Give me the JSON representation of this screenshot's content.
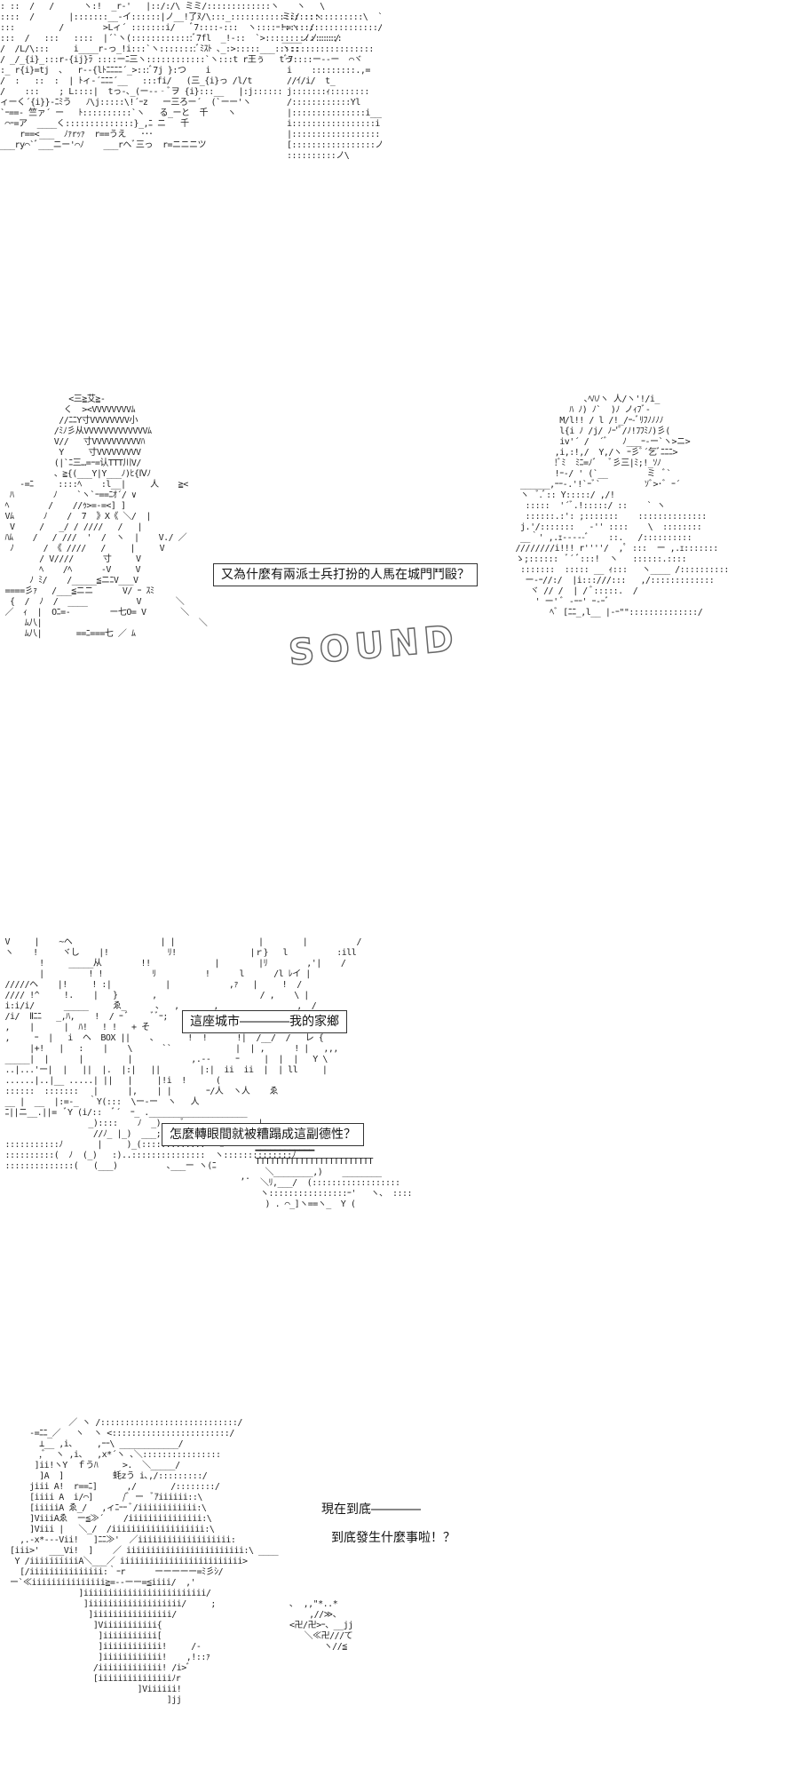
{
  "panels": [
    {
      "art_left": ": ::  /   /      ヽ:!  _r-'   |::/:/\\ ミミ/:::::::::::::ヽ\n::::  /       |:::::::__-イ::::::|ノ__!了ﾇ/\\:::_:::::::::::::::::ヽ\n:::         /        >Lィ´ :::::::i/   ﾞ7::::-:::  ヽ::::ｰ!:::::/\n:::  /   :::   ::::  |´`ヽ(:::::::::::::ﾞ7fl  _!-::  `>:::::::::ノ:::::\n/  /L/\\:::     i____r-っ_!i:::`ヽ::::::::ﾞﾐｽﾄ ､_:>:::::___:::::\n/ _/_{i}_:::r-{ij}ﾗ ::::ーﾆ三ヽ::::::::::::`ヽ:::t r王ぅ   tっ\n:_ r{i}=tj  ､   r--{lﾄﾆﾆﾆﾆ´_>:::ﾞ7j }:つ    i\n/  :   ::  :  | ﾄィ-´ﾆﾆﾆ´__   :::fi/   (三_{i}っ /l/t\n/    :::    ; L::::|  tっ-､_(ー-‐‐ﾞヲ {i}:::__   |:j::::::\nィーく´{i}}-ﾆﾐう   ﾉ\\j:::::\\!´ｰz   ー三ろー´  (`ーー'ヽ\n`ｰ==- 竺ァ´ ー   ﾄ::::::::::`ヽ   る_ーと  千    ヽ\n ⌒ｰ=ア  ____く::::::::::::::}_,ﾆ ニ   千\n    r==<___  ﾉｧrｯｧ  r==うえ   ･･･\n___ry⌒`ﾞ___ニー'⌒ﾉ    ___rヘﾞ三っ  r=ニニニツ",
      "art_right": "    ヽ   \\\n ミﾐ/ ::::::::::::\\  `\n ｰ=ヽ::::::::::::::::/\n ____ノ:::::/\n ヽ:::::::::::::::::\n  ﾞ7::::ー--ー  ⌒ヾ\n  i    :::::::::.,=\n  //ｲ/i/  t_\n  j:::::::ｨ::::::::\n  /::::::::::::Yl\n  |:::::::::::::::i___l\n  i:::::::::::::::::i\n  |::::::::::::::::::::jl\n  [:::::::::::::::::ノ\n  ::::::::::ノ\\"
    },
    {
      "art_left": "              <三≧艾≧-\n             く  ><VVVVVVVVﾑ\n            //ﾆﾆY寸VVVVVVVV小\n           /ﾐﾉ彡从VVVVVVVVVVVVVﾑ\n           V//   寸VVVVVVVVVVﾊ\n            Y     寸VVVVVVVVV\n           (|`ﾆ三…=ｰ=认TTT川V/\n           、≧{(___Y|Y___ﾉ)ﾋ{Ⅳﾉ\n    -=ﾆ     ::::ﾍ    :l__|     人    ≧<\n  ﾊ        ﾉ    `ヽ`ｰ==ﾆｵ´/ ∨\n ﾍ        /    //ｩ>=-=<] ]\n Vﾑ      ﾉ    /  7  》X《 ＼/  |\n  V     /   _/ / ////   /   |\n ﾊﾑ    /   / ///  '  /  ヽ  |    V./ ／\n  ﾉ      / 《 ////   /     |     V\n        / V////      寸     V\n        ﾍ    /ﾍ      -V     V\n      ﾉ ﾐ/    /_____≦ニﾆV___V\n ====彡ｧ   /___≦ニニ      V/ ｰ ｽﾐ\n  {  /  ﾉ  /  ____          V       ＼\n ／  ｨ  |  Oﾆ=-        ー七O= V       ＼\n     ﾑ八|                                ＼\n     ﾑ八|       ==ﾆ===七 ／ ﾑ",
      "art_right": "               ､ﾍﾊﾉヽ 人/ヽ'!/i_\n            ﾊ ﾉ) ﾉ`  )ﾉ ノｨﾌﾞ-\n          M/l!! / l /!_/ｰ-ﾞﾘﾌﾉﾉﾉﾉ\n          l{i ﾉ /j/ ﾉｰ'ﾞ/ﾉ!ﾌﾌﾐﾉ)彡(\n          iv'´ /  ´ﾞ   ﾉ___ｰ-ー`ヽ>ニ>\n         ,i,:!,/  Y,/ヽ ｰ彡ﾞ´乞ﾞﾆﾆﾆ>\n         !ﾞﾐ  ﾐﾆ=ﾉﾞ   ﾞ彡三|ﾐ;!_ｿﾉ\n         !ｰ-/ ' (`__        ミ  ﾞ`\n  ______,ｰｰ-.'!`ｰﾞ`         ｿﾞ>･ﾞ ｰ´\n  ヽ  ﾞ.ﾞ:: Y:::::/ ,/!\n   :::::  '´ﾞ.!:::::/ ::    ` ヽ\n   ::::::.:': ;:::::::    ::::::::::::::\n  j.'/:::::::   -'' ::::    \\  ::::::::\n  __｀' ,.ｪ-----ﾞ    ::.   /::::::::::\n ////////i!!! r''''/  ,ﾟ :::  ー ,.ｪ:::::::\n ゝ;::::::  ﾞ´ ﾞ:::!  ヽ   ::::::.::::\n  :::::::  ::::: __ ｨ:::   ヽ____ /::::::::::\n   ー-ｰ//:/  |i:::///:::   ,/:::::::::::::\n    ヾ // /  | / ﾞ:::::.  /\n     ' ー' ﾞ -ｰｰ' ｰ-ｰﾞ\n        ﾍﾞ [ﾆﾆ_,l__ |-ｰ\"\"::::::::::::::/",
      "caption": "又為什麼有兩派士兵打扮的人馬在城門鬥毆？",
      "sfx": "SOUND"
    },
    {
      "art": " V     |    ~ヘ                  | |                 |        |          /\n ヽ    !     ヾし    |!            ﾘ!               |ｒ}   l          :ill\n        !     _____从        !!             |        |ﾘ        ,'|    /\n        |         ! !          ﾘ          !      l      /l ﾚイ |\n /////ヘ    |!     ! :|           |            ,ｧ   |     !  /\n //// !^     !.    |   }       ,                     / ,    \\ |\n i:i/i/      _____     ゑ_      ､   ,       ,                ,  /\n /i/  Ⅱﾆﾆ   _,ﾊ,    !  / ｰ ﾞ     ﾞﾞｰ;   ゑ    _/|   ! ,. !  |  |\n ,    |      |  ﾊ!   ! !   + そ       ,ｧ       |  ﾉ  ﾚi      /ｨ il\n ,     ｰ  |   i  ヘ  BOX ||    、      !  !      !|  /__/  /   レ {\n      |+!   |   :    |    \\      ``             |  | ,      ! |   ,,,\n _____|  |      |         |            ,.--     ｰ     |  |  |   Y \\\n ..|...'ー|  |   ||  |.  |:|   ||        |:|  ii  ii  |  | ll     |\n ......|..|__ .....| ||   |     |!i  !      (\n ::::::  :::::::   |      |,    | |       ｰ/人  ヽ人    ゑ\n __ |  __  |:=-_  ｀Y(:::  \\ー-ー  ヽ   人\n ﾆ||ニ__.||=  ﾞY (i/::  ﾞ´  ｰ_ .____________________\n                  _)::::    ﾉ  _)   ,ﾞ               |\n                   //ﾉ_ |_)  ___;;:::::::::::::::::::::::::::::::::|\n :::::::::::ﾉ       |     )_(:::::::::::::   ﾆ'     ｰﾞ\n ::::::::::(  ﾉ  (_)   :)..:::::::::::::::  ヽ:::::::::::::;ﾉ\n ::::::::::::::(   (___)          ､___ー ヽ(ﾆ\n                                                 ,.",
      "art_right": " ━━━━━━━━━━━━\n TTTTTTTTTTTTTTTTTTTTTTTT\n   ＼________,)    ________\n  ＼ﾘ,___/  (::::::::::::::::::\n  ヽ::::::::::::::::ｰ'   ヽ、 ::::\n   ) . ⌒_]ヽ==ヽ_  Y (",
      "caption_top": "這座城市――――我的家鄉",
      "caption_bottom": "怎麼轉眼間就被糟蹋成這副德性？"
    },
    {
      "art": "              ／ ヽ /::::::::::::::::::::::::::::/\n      -=ﾆﾆ_／   ヽ  ヽ <::::::::::::::::::::::::/\n        ⊥__ ,i、    ,ｰｰ\\ ____________/\n        ,ﾞ  ヽ ,i、  ,x*´ヽ ､＼::::::::::::::::\n       ]ii!ヽY  ｆうﾊ     >.  ＼_____/\n        ]A  ]          蚝zう i､,/:::::::::/\n      jiii A!  r==ﾆ]      ,/       /::::::::/\n      [iiii A  i/⌒]      /ﾞ ー  ﾞｱiiiiii::\\\n      [iiiiiA ゑ_/   ,ィﾆｰｰ ﾞ/iiiiiiiiiiii:\\\n      ]ViiiAゑ  ー≦≫´    /iiiiiiiiiiiiiii:\\\n      ]Viii |   ＼_/  /iiiiiiiiiiiiiiiiiii:\\\n    ,.-x*---Vii!   ]ﾆﾆ≫'  ／iiiiiiiiiiiiiiiiiii:\n  [iii>'  ___Vi!  ]    ／ iiiiiiiiiiiiiiiiiiiiiiii:\\ ____\n   Y /iiiiiiiiiiA＼___／ iiiiiiiiiiiiiiiiiiiiiiiii>\n    [/iiiiiiiiiiiiiii:｀ｰr      ーーーーー=ﾐ彡ｼ/\n  ー`≪iiiiiiiiiiiiiii≧=--ーー=≦iiii/  ,'\n                ]iiiiiiiiiiiiiiiiiiiiiiiii/\n                 ]iiiiiiiiiiiiiiiiiii/     ;\n                  ]iiiiiiiiiiiiiiii/\n                   ]Viiiiiiiiiii{\n                    ]iiiiiiiiiii[\n                    ]iiiiiiiiiiii!     /-\n                    ]iiiiiiiiiiii!    ,!::ｧ\n                   /iiiiiiiiiiiii! /i>ﾞ\n                   [iiiiiiiiiiiiiiiﾉr\n                            ]Viiiiii!\n                                  ]jj",
      "art_sfx": "  ､  ,,\"*..*\n      ,//≫、\n  <卍/卍>ｰ、__jj\n     ＼≪卍///て\n         ヽ//≦",
      "line_1": "現在到底――――",
      "line_2": "到底發生什麼事啦！？"
    }
  ]
}
